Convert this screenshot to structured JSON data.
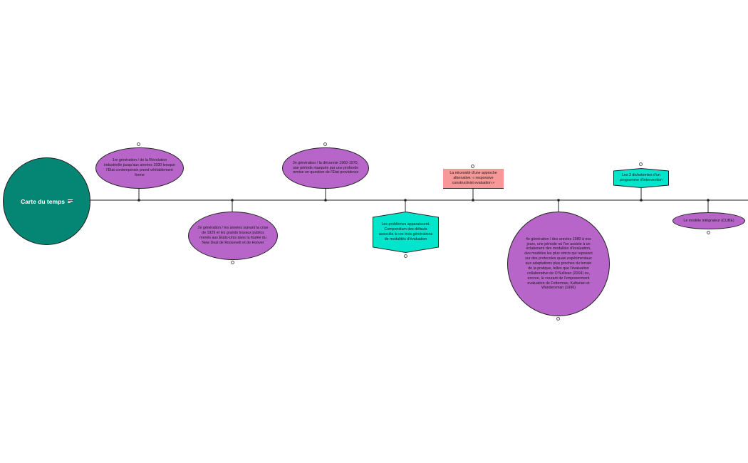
{
  "root": {
    "label": "Carte du temps",
    "color": "#058675"
  },
  "colors": {
    "ellipse_fill": "#b765c9",
    "hexagon_fill": "#00e5cc",
    "rect_fill": "#f79797",
    "line": "#222222"
  },
  "events": [
    {
      "id": "gen1",
      "shape": "ellipse",
      "text": "1re génération / de la Révolution industrielle jusqu'aux années 1930 lorsque l'État contemporain prend véritablement forme"
    },
    {
      "id": "gen2",
      "shape": "ellipse",
      "text": "2e génération / les années suivant la crise de 1929 et les grands travaux publics menés aux États-Unis dans la foulée du New Deal de Roosevelt et de Hoover"
    },
    {
      "id": "gen3",
      "shape": "ellipse",
      "text": "3e génération / la décennie 1960-1970, une période marquée par une profonde remise en question de l'État providence"
    },
    {
      "id": "problemes",
      "shape": "hexagon",
      "text": "Les problèmes apparaissent. Compendium des défauts associés à ces trois générations de modalités d'évaluation"
    },
    {
      "id": "necessite",
      "shape": "rect",
      "text": "La nécessité d'une approche alternative: « responsive constructivist evaluation »"
    },
    {
      "id": "gen4",
      "shape": "ellipse",
      "text": "4e génération / des années 1980 à nos jours, une période où l'on assiste à un éclatement des modalités d'évaluation, des modèles les plus stricts qui reposent sur des protocoles quasi expérimentaux aux adaptations plus proches du terrain de la pratique, telles que l'évaluation collaborative de O'Sullivan (2004) ou, encore, le courant de l'empowerment evaluation de Fetterman, Kaftarian et Wandersman (1996)"
    },
    {
      "id": "dichotomies",
      "shape": "hexagon",
      "text": "Les 3 dichotomies d'un programme d'intervention"
    },
    {
      "id": "cube",
      "shape": "ellipse",
      "text": "Le modèle intégrateur (CUBE)"
    }
  ]
}
